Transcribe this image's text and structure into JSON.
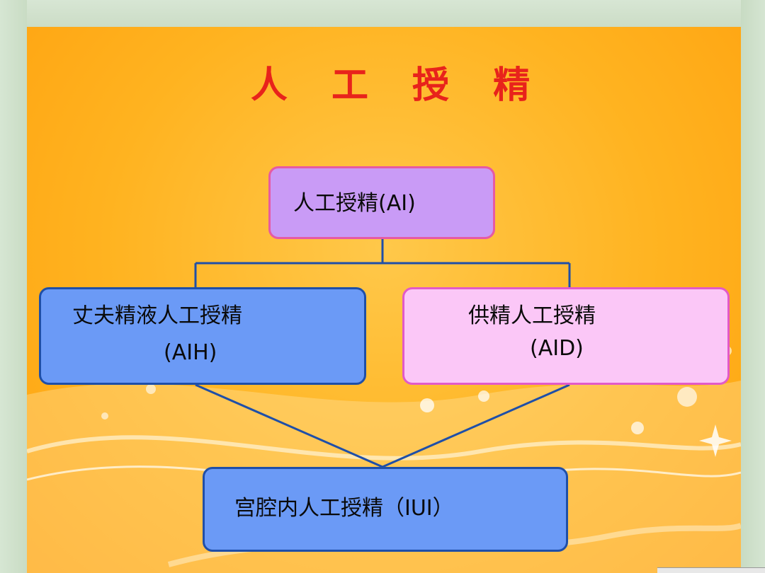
{
  "title": "人 工 授 精",
  "nodes": {
    "ai": {
      "label": "人工授精(AI)"
    },
    "aih": {
      "label_line1": "丈夫精液人工授精",
      "label_line2": "(AIH)"
    },
    "aid": {
      "label_line1": "供精人工授精",
      "label_line2": "(AID)"
    },
    "iui": {
      "label": "宫腔内人工授精（IUI）"
    }
  },
  "colors": {
    "title": "#e8231b",
    "ai_fill": "#c99bf6",
    "aih_fill": "#6b9af6",
    "aid_fill": "#fbc7f7",
    "iui_fill": "#6b9af6",
    "connector": "#1f4fa8",
    "background": "#ffb320"
  }
}
